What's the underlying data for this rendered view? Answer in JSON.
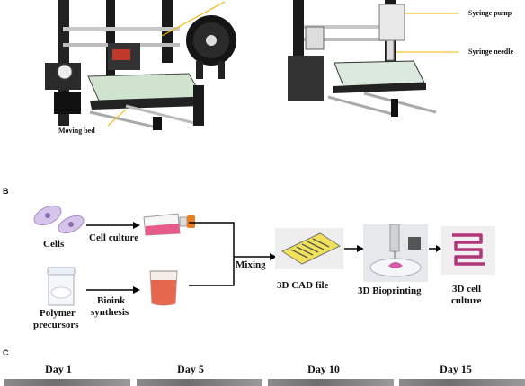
{
  "panel_a": {
    "label_moving_bed": "Moving bed",
    "label_syringe_pump": "Syringe pump",
    "label_syringe_needle": "Syringe needle"
  },
  "panel_b": {
    "letter": "B",
    "cells": "Cells",
    "cell_culture": "Cell culture",
    "polymer_line1": "Polymer",
    "polymer_line2": "precursors",
    "bioink_line1": "Bioink",
    "bioink_line2": "synthesis",
    "mixing": "Mixing",
    "cad_file": "3D CAD file",
    "bioprinting": "3D Bioprinting",
    "culture_line1": "3D cell",
    "culture_line2": "culture"
  },
  "panel_c": {
    "letter": "C",
    "days": [
      "Day 1",
      "Day 5",
      "Day 10",
      "Day 15"
    ]
  },
  "colors": {
    "arrow": "#000000",
    "cell": "#d6c4ea",
    "pink_media": "#e85a8a",
    "bioink": "#e4664c",
    "scaffold_yellow": "#f1e25a",
    "printed_purple": "#b0357a"
  }
}
